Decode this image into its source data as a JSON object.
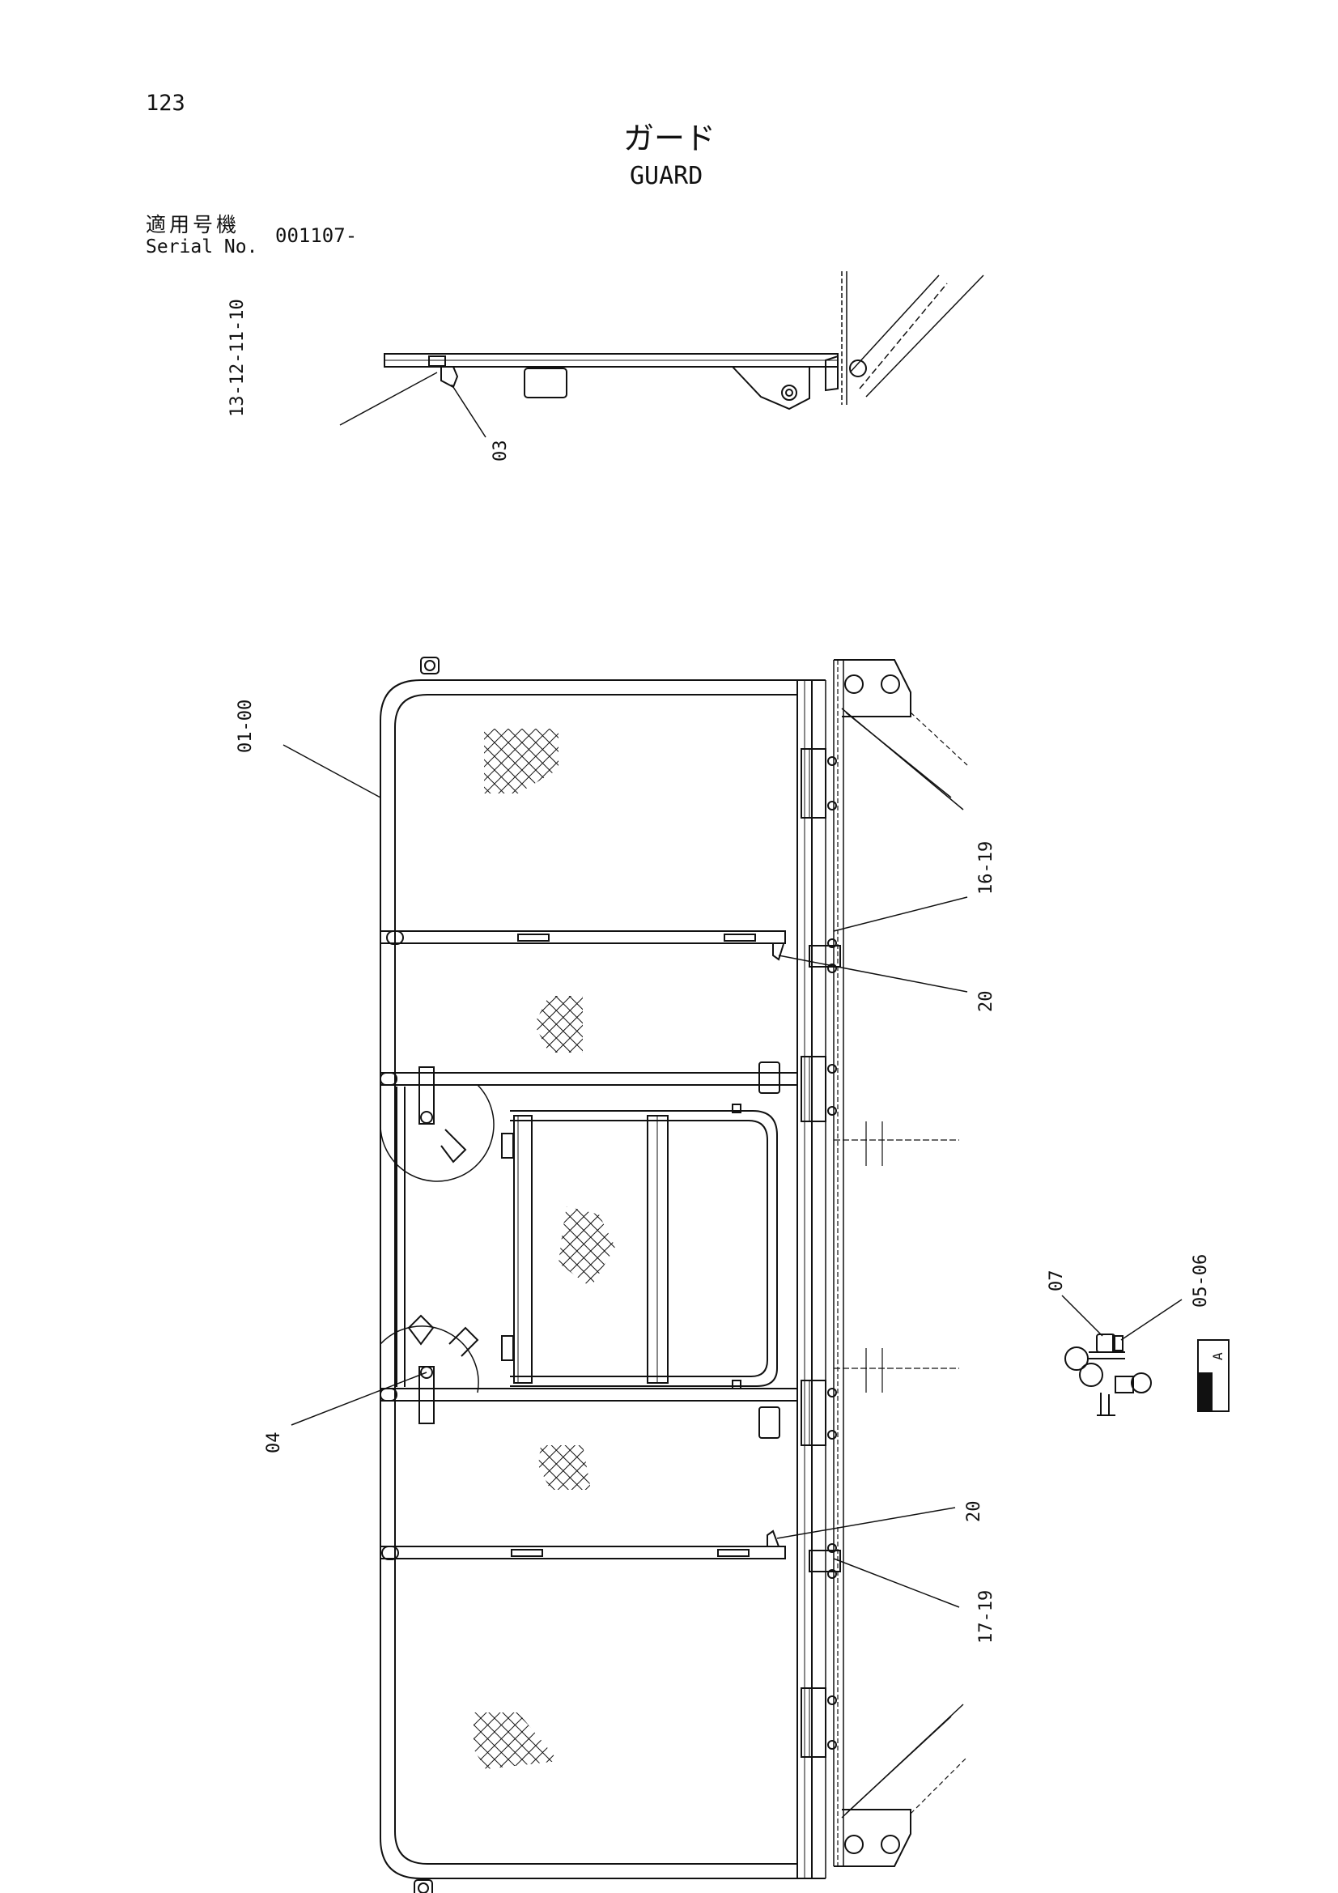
{
  "header": {
    "page_number": "123",
    "title_jp": "ガード",
    "title_en": "GUARD",
    "serial_label_jp": "適用号機",
    "serial_label_en": "Serial No.",
    "serial_value": "001107-"
  },
  "callouts": {
    "top_view_a": "13-12-11-10",
    "top_view_b": "03",
    "guard": "01-00",
    "bracket_top": "16-19",
    "pin_top": "20",
    "latch": "04",
    "pin_bottom": "20",
    "bracket_bottom": "17-19",
    "detail_a": "07",
    "detail_b": "05-06",
    "section_mark": "A"
  },
  "colors": {
    "ink": "#111111",
    "paper": "#ffffff"
  }
}
